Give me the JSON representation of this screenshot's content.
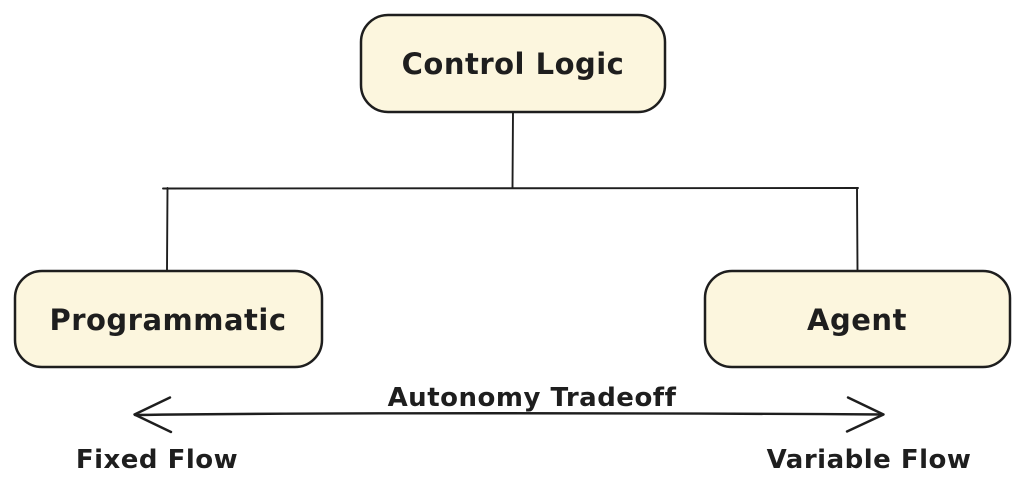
{
  "diagram": {
    "colors": {
      "stroke": "#1e1e1e",
      "node_fill": "#fcf6de",
      "background": "#ffffff"
    },
    "nodes": {
      "root": {
        "label": "Control Logic"
      },
      "left": {
        "label": "Programmatic"
      },
      "right": {
        "label": "Agent"
      }
    },
    "edges": [
      {
        "from": "Control Logic",
        "to": "Programmatic"
      },
      {
        "from": "Control Logic",
        "to": "Agent"
      }
    ],
    "axis": {
      "label": "Autonomy Tradeoff",
      "left_end_label": "Fixed Flow",
      "right_end_label": "Variable Flow"
    }
  }
}
